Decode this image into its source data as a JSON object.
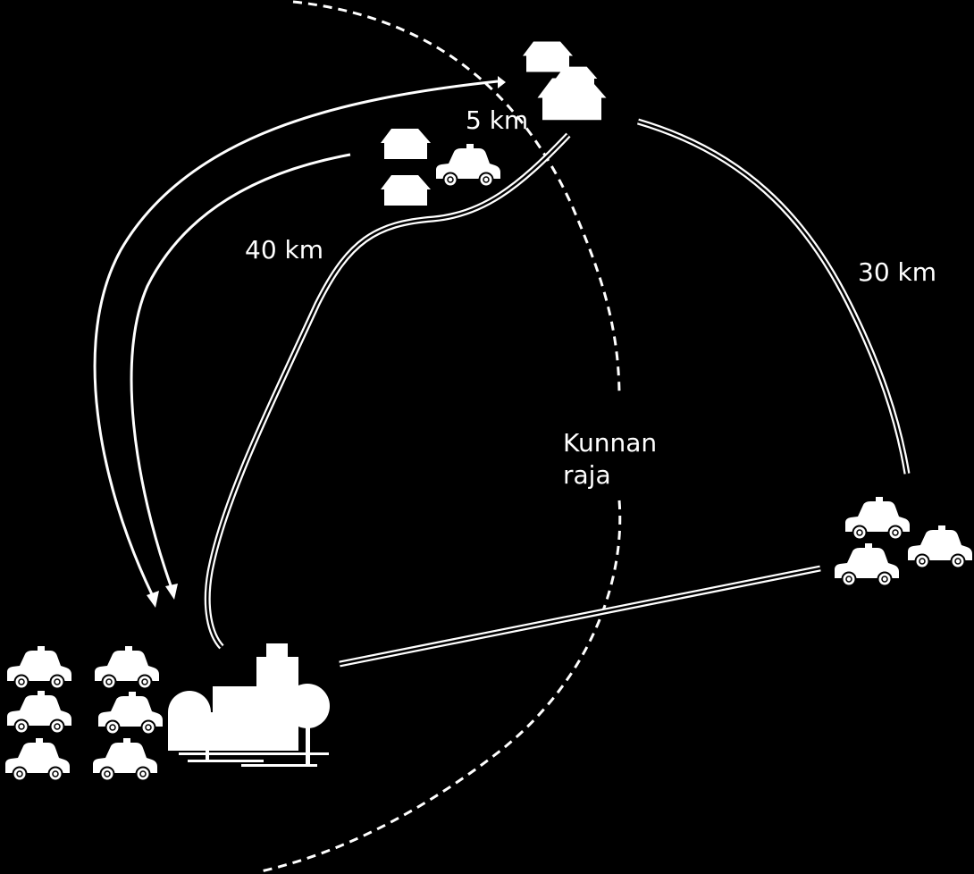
{
  "labels": {
    "distance_short": "5 km",
    "distance_long": "40 km",
    "distance_mid": "30 km",
    "border_line1": "Kunnan",
    "border_line2": "raja"
  },
  "colors": {
    "background": "#000000",
    "foreground": "#ffffff"
  },
  "icons": {
    "car": "car-icon",
    "house": "house-icon",
    "factory": "factory-icon"
  },
  "groups": {
    "cars_left_count": 6,
    "cars_right_count": 3,
    "cars_village_count": 1,
    "houses_village_count": 2,
    "houses_town_count": 3
  }
}
